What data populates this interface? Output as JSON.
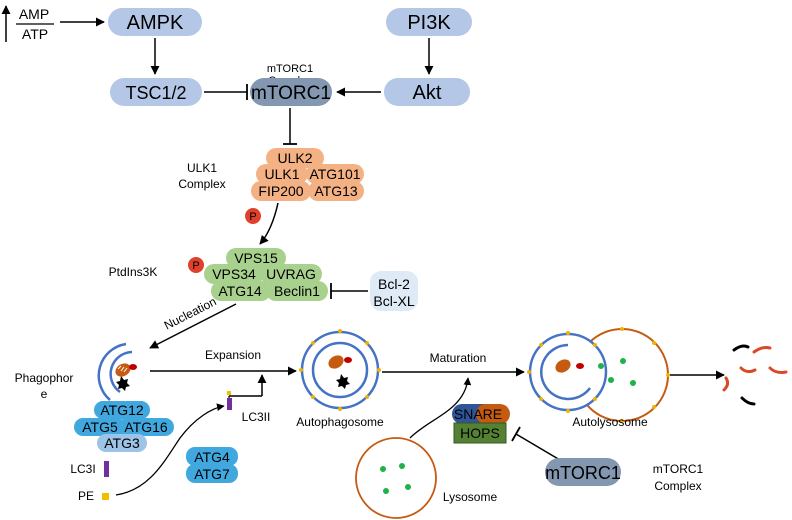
{
  "signals": {
    "amp": "AMP",
    "atp": "ATP",
    "ampk": "AMPK",
    "pi3k": "PI3K",
    "tsc": "TSC1/2",
    "mtorc1": "mTORC1",
    "mtorc1_caption": "mTORC1",
    "mtorc1_caption_overlap": "Complex",
    "akt": "Akt"
  },
  "ulk1": {
    "caption_line1": "ULK1",
    "caption_line2": "Complex",
    "ulk2": "ULK2",
    "ulk1": "ULK1",
    "atg101": "ATG101",
    "fip200": "FIP200",
    "atg13": "ATG13"
  },
  "phospho": "P",
  "pi3k_complex": {
    "caption": "PtdIns3K",
    "vps15": "VPS15",
    "vps34": "VPS34",
    "uvrag": "UVRAG",
    "atg14": "ATG14",
    "beclin1": "Beclin1"
  },
  "bcl": {
    "bcl2": "Bcl-2",
    "bclxl": "Bcl-XL"
  },
  "stages": {
    "nucleation": "Nucleation",
    "phagophore_line1": "Phagophor",
    "phagophore_line2": "e",
    "expansion": "Expansion",
    "autophagosome": "Autophagosome",
    "maturation": "Maturation",
    "autolysosome": "Autolysosome",
    "lysosome": "Lysosome"
  },
  "conjugation": {
    "atg12": "ATG12",
    "atg5": "ATG5",
    "atg16": "ATG16",
    "atg3": "ATG3",
    "lc3i": "LC3I",
    "pe": "PE",
    "lc3ii": "LC3II",
    "atg4": "ATG4",
    "atg7": "ATG7"
  },
  "fusion": {
    "snare": "SNARE",
    "hops": "HOPS",
    "mtorc1": "mTORC1",
    "caption_line1": "mTORC1",
    "caption_line2": "Complex"
  },
  "colors": {
    "light_blue": "#b4c7e7",
    "dark_blue_grey": "#8497b0",
    "peach": "#f4b183",
    "green": "#a9d18e",
    "pale_blue": "#deebf7",
    "cyan": "#41a8df",
    "phospho_red": "#e0412c",
    "membrane_blue": "#4472c4",
    "lysosome_orange": "#c55a11",
    "hops_green": "#548235",
    "snare_navy": "#2f5597"
  }
}
